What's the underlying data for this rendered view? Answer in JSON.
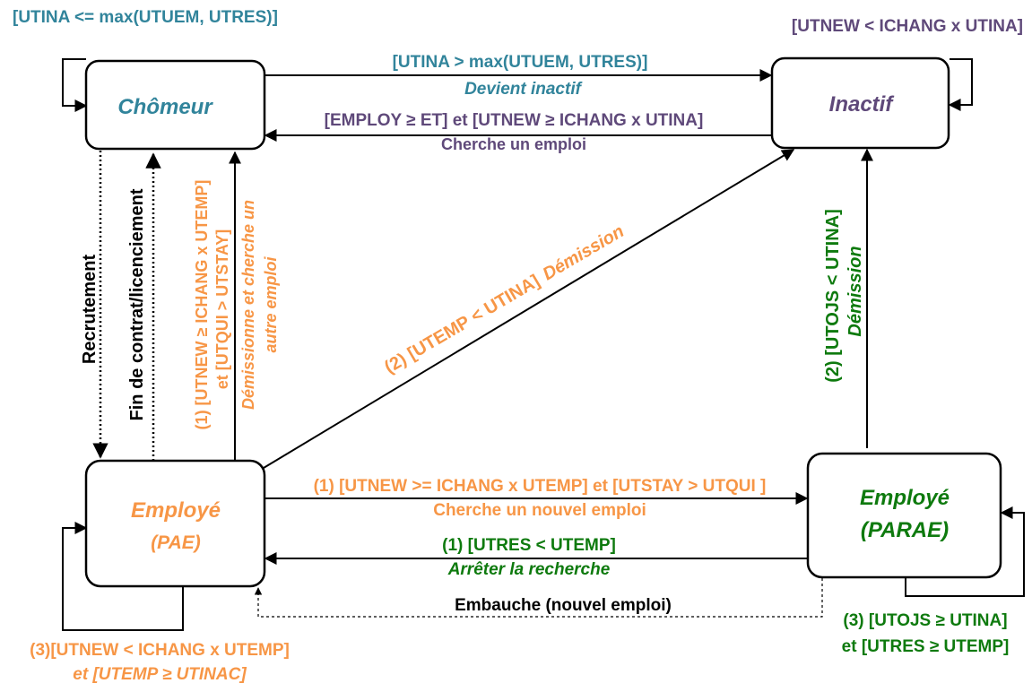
{
  "colors": {
    "chomeur": "#31849b",
    "inactif": "#5f497a",
    "pae": "#f79646",
    "parae": "#0e7a0e",
    "edge": "#000000"
  },
  "states": {
    "chomeur": {
      "label": "Chômeur"
    },
    "inactif": {
      "label": "Inactif"
    },
    "employe_pae": {
      "label": "Employé",
      "sublabel": "(PAE)"
    },
    "employe_parae": {
      "label": "Employé",
      "sublabel": "(PARAE)"
    }
  },
  "transitions": {
    "chomeur_self": {
      "condition": "[UTINA <= max(UTUEM, UTRES)]"
    },
    "inactif_self": {
      "condition": "[UTNEW < ICHANG x UTINA]"
    },
    "chomeur_to_inactif": {
      "condition": "[UTINA > max(UTUEM, UTRES)]",
      "action": "Devient inactif"
    },
    "inactif_to_chomeur": {
      "condition": "[EMPLOY ≥ ET] et [UTNEW ≥ ICHANG x UTINA]",
      "action": "Cherche un emploi"
    },
    "chomeur_to_pae": {
      "label": "Recrutement"
    },
    "pae_to_chomeur_contract": {
      "label": "Fin de contrat/licenciement"
    },
    "pae_to_chomeur_resign": {
      "condition_line1": "(1) [UTNEW ≥ ICHANG x UTEMP]",
      "condition_line2": "et [UTQUI > UTSTAY]",
      "action_line1": "Démissionne et cherche un",
      "action_line2": "autre emploi"
    },
    "pae_to_inactif": {
      "condition": "(2) [UTEMP < UTINA]",
      "action": "Démission"
    },
    "parae_to_inactif": {
      "condition": "(2) [UTOJS < UTINA]",
      "action": "Démission"
    },
    "pae_to_parae": {
      "condition": "(1) [UTNEW >= ICHANG x UTEMP] et [UTSTAY > UTQUI ]",
      "action": "Cherche un nouvel emploi"
    },
    "parae_to_pae": {
      "condition": "(1) [UTRES < UTEMP]",
      "action": "Arrêter la recherche"
    },
    "parae_to_pae_hire": {
      "label": "Embauche (nouvel emploi)"
    },
    "pae_self": {
      "condition_line1": "(3)[UTNEW < ICHANG x UTEMP]",
      "condition_line2": "et [UTEMP ≥ UTINAC]"
    },
    "parae_self": {
      "condition_line1": "(3) [UTOJS ≥ UTINA]",
      "condition_line2": "et [UTRES ≥ UTEMP]"
    }
  }
}
